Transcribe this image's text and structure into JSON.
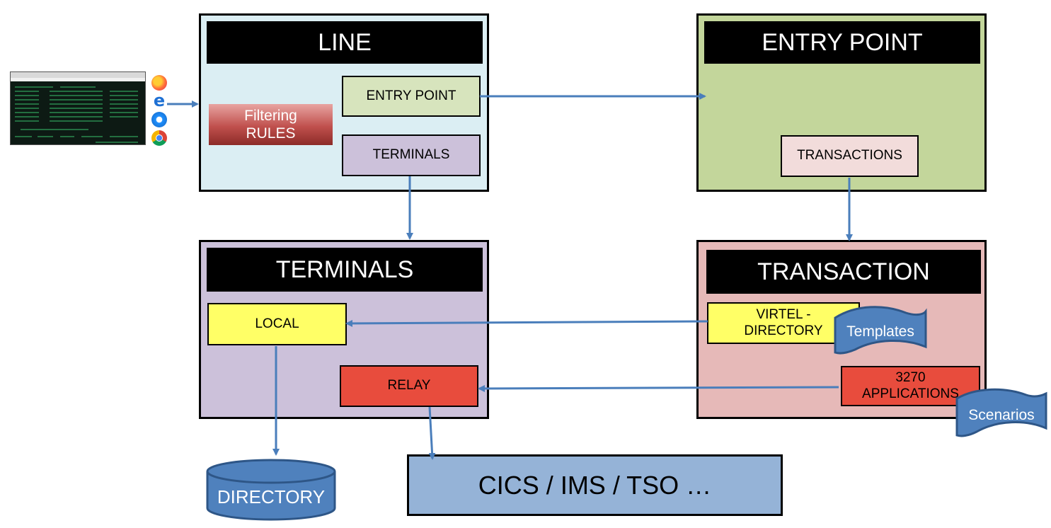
{
  "panels": {
    "line": {
      "title": "LINE",
      "entry_point_label": "ENTRY POINT",
      "terminals_label": "TERMINALS",
      "filtering_label": "Filtering\nRULES"
    },
    "entry_point": {
      "title": "ENTRY POINT",
      "transactions_label": "TRANSACTIONS"
    },
    "terminals": {
      "title": "TERMINALS",
      "local_label": "LOCAL",
      "relay_label": "RELAY"
    },
    "transaction": {
      "title": "TRANSACTION",
      "virtel_label": "VIRTEL -\nDIRECTORY",
      "apps_label": "3270\nAPPLICATIONS",
      "templates_label": "Templates",
      "scenarios_label": "Scenarios"
    }
  },
  "directory_label": "DIRECTORY",
  "host_label": "CICS / IMS / TSO …",
  "browser_icons": [
    "firefox-icon",
    "edge-icon",
    "safari-icon",
    "chrome-icon"
  ],
  "colors": {
    "line_bg": "#dbeef3",
    "entry_bg": "#c3d69b",
    "entry_box": "#d7e4bd",
    "terminals_bg": "#ccc1da",
    "transaction_bg": "#e6b9b8",
    "transactions_box": "#f2dcdb",
    "yellow": "#ffff66",
    "red": "#e84c3d",
    "blue_shape": "#4f81bd",
    "host_bg": "#95b3d7",
    "arrow": "#4a7ebb"
  }
}
